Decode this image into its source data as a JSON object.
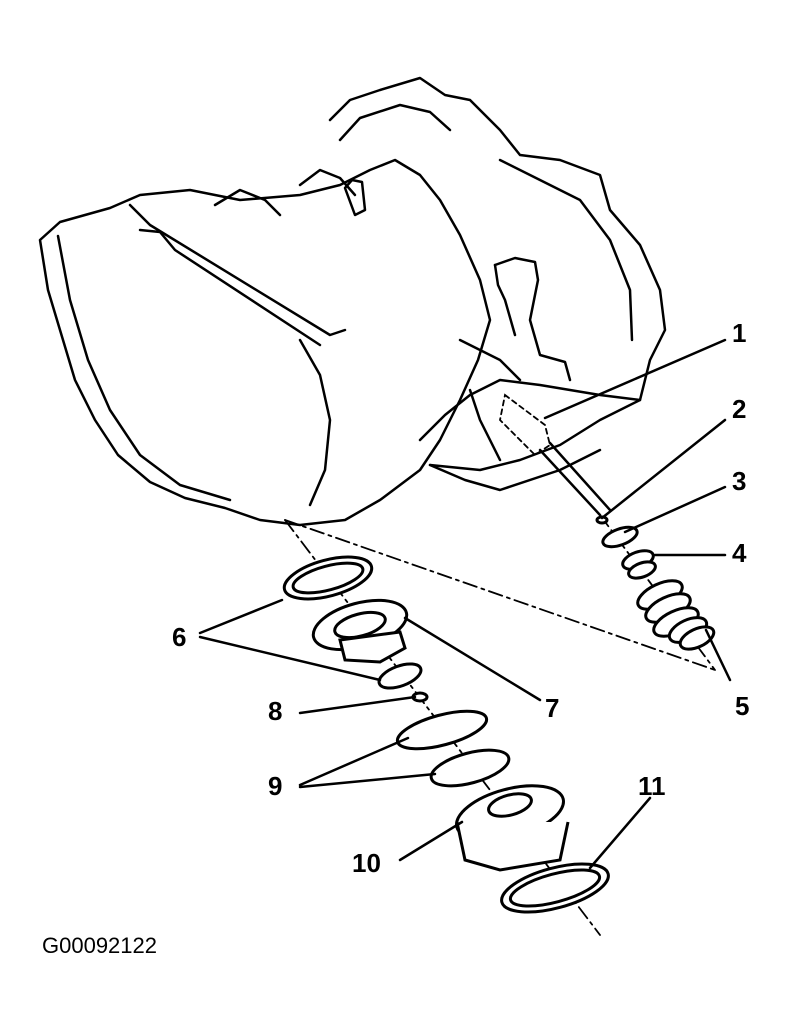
{
  "figure_id": "G00092122",
  "callouts": [
    "1",
    "2",
    "3",
    "4",
    "5",
    "6",
    "7",
    "8",
    "9",
    "10",
    "11"
  ]
}
